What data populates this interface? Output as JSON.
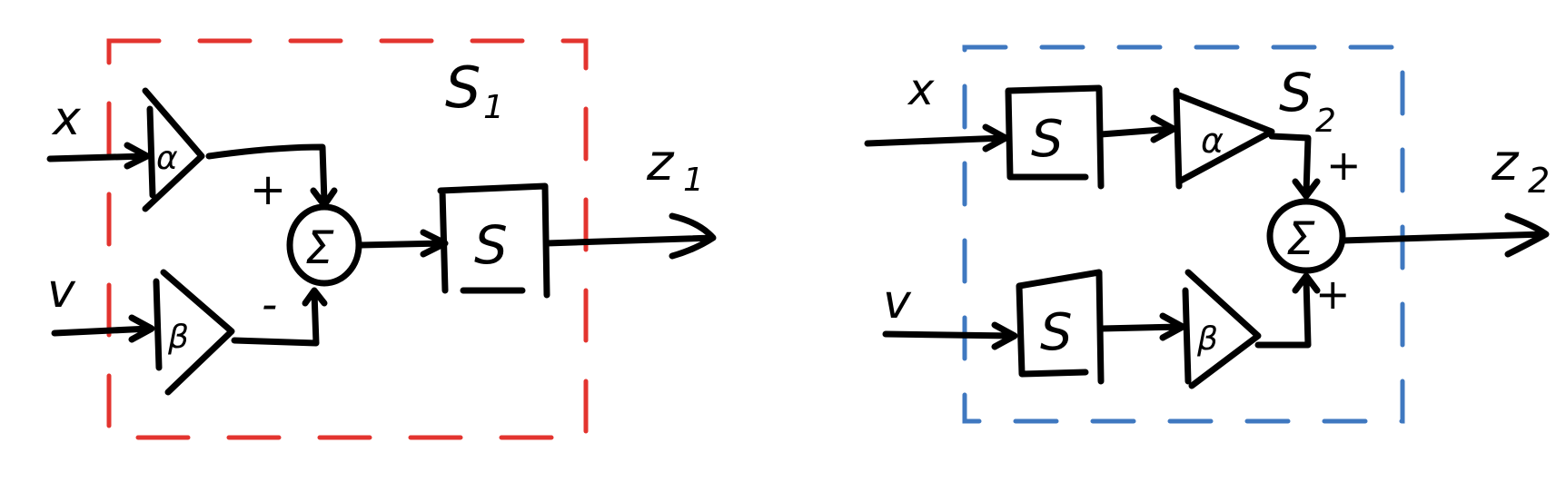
{
  "colors": {
    "ink": "#000000",
    "system1": "#e3342f",
    "system2": "#3f78c0"
  },
  "diagram1": {
    "input_x": "x",
    "input_v": "v",
    "gain_top": "α",
    "gain_bottom": "β",
    "sign_top": "+",
    "sign_bottom": "-",
    "sum_symbol": "Σ",
    "integrator": "S",
    "system_label": "S",
    "system_sub": "1",
    "output_label": "z",
    "output_sub": "1"
  },
  "diagram2": {
    "input_x": "x",
    "input_v": "v",
    "integrator_top": "S",
    "integrator_bottom": "S",
    "gain_top": "α",
    "gain_bottom": "β",
    "sign_top": "+",
    "sign_bottom": "+",
    "sum_symbol": "Σ",
    "system_label": "S",
    "system_sub": "2",
    "output_label": "z",
    "output_sub": "2"
  }
}
